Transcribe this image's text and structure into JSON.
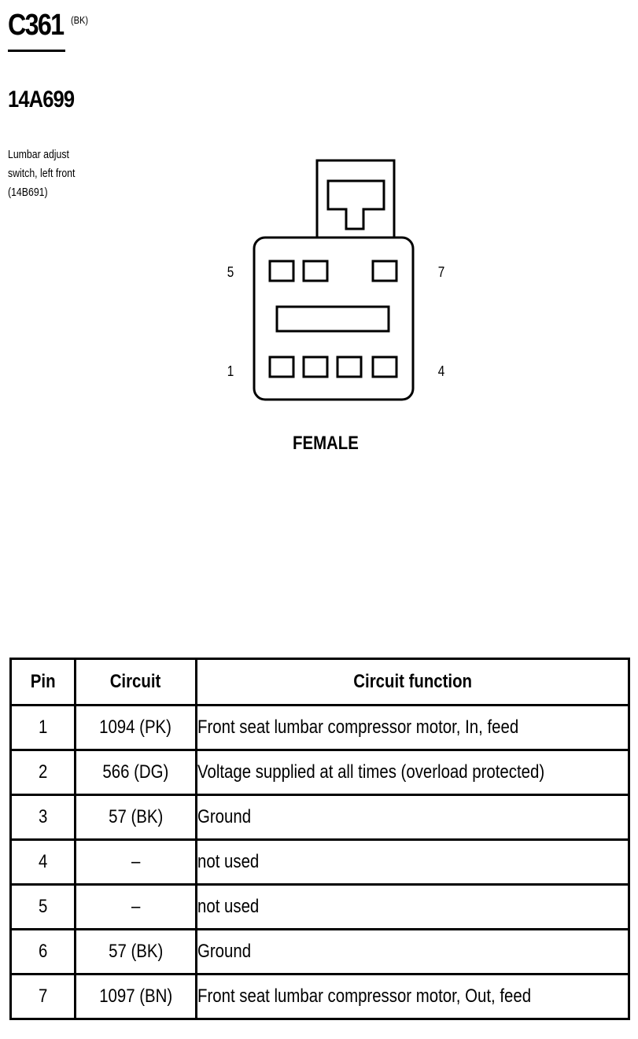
{
  "connector": {
    "id": "C361",
    "color_code": "(BK)",
    "part_number": "14A699",
    "description": [
      "Lumbar adjust",
      "switch, left front",
      "(14B691)"
    ]
  },
  "diagram": {
    "pin_labels": {
      "top_left": "5",
      "top_right": "7",
      "bottom_left": "1",
      "bottom_right": "4"
    },
    "gender": "FEMALE"
  },
  "table": {
    "headers": [
      "Pin",
      "Circuit",
      "Circuit function"
    ],
    "rows": [
      {
        "pin": "1",
        "circuit": "1094 (PK)",
        "function": "Front seat lumbar compressor motor, In, feed"
      },
      {
        "pin": "2",
        "circuit": "566 (DG)",
        "function": "Voltage supplied at all times (overload protected)"
      },
      {
        "pin": "3",
        "circuit": "57 (BK)",
        "function": "Ground"
      },
      {
        "pin": "4",
        "circuit": "–",
        "function": "not used"
      },
      {
        "pin": "5",
        "circuit": "–",
        "function": "not used"
      },
      {
        "pin": "6",
        "circuit": "57 (BK)",
        "function": "Ground"
      },
      {
        "pin": "7",
        "circuit": "1097 (BN)",
        "function": "Front seat lumbar compressor motor, Out, feed"
      }
    ]
  }
}
